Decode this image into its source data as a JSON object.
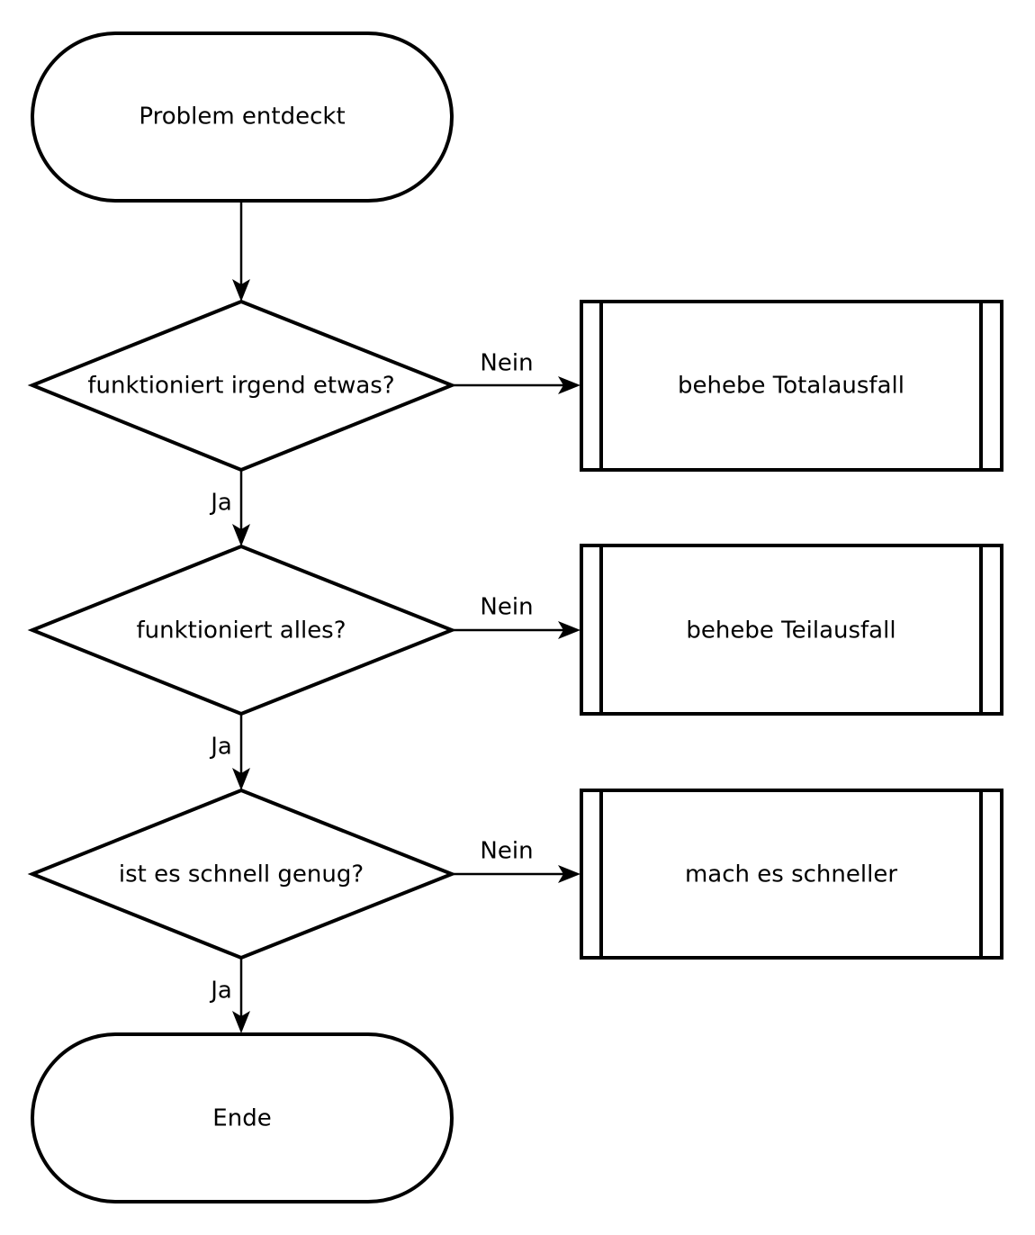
{
  "nodes": {
    "start": "Problem entdeckt",
    "q1": "funktioniert irgend etwas?",
    "q2": "funktioniert alles?",
    "q3": "ist es schnell genug?",
    "p1": "behebe Totalausfall",
    "p2": "behebe Teilausfall",
    "p3": "mach es schneller",
    "end": "Ende"
  },
  "edges": {
    "yes": "Ja",
    "no": "Nein"
  },
  "colors": {
    "stroke": "#000000",
    "fill": "#ffffff"
  }
}
